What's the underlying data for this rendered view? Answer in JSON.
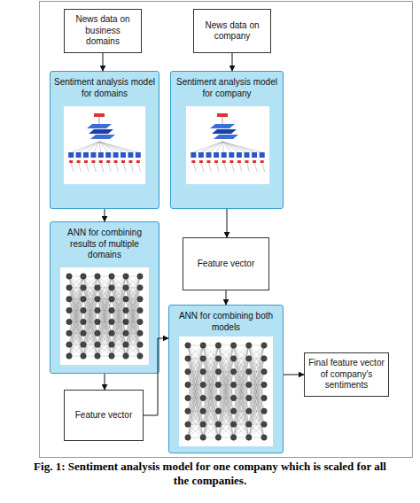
{
  "diagram": {
    "caption": "Fig. 1: Sentiment analysis model for one company which is scaled for all the companies.",
    "nodes": [
      {
        "text": [
          "News data on business domains"
        ]
      },
      {
        "text": [
          "News data on company"
        ]
      },
      {
        "text": [
          "Sentiment analysis model for domains"
        ]
      },
      {
        "text": [
          "Sentiment analysis model for company"
        ]
      },
      {
        "text": [
          "ANN for combining results of multiple domains"
        ]
      },
      {
        "text": [
          "Feature vector"
        ]
      },
      {
        "text": [
          "ANN for combining both models"
        ]
      },
      {
        "text": [
          "Feature vector"
        ]
      },
      {
        "text": [
          "Final feature vector of company's sentiments"
        ]
      }
    ],
    "edges": [
      {
        "from": 0,
        "to": 2,
        "arrow": "to"
      },
      {
        "from": 1,
        "to": 3,
        "arrow": "to"
      },
      {
        "from": 2,
        "to": 4,
        "arrow": "to"
      },
      {
        "from": 3,
        "to": 5,
        "arrow": "to"
      },
      {
        "from": 4,
        "to": 7,
        "arrow": "to"
      },
      {
        "from": 5,
        "to": 6,
        "arrow": "to"
      },
      {
        "from": 7,
        "to": 6,
        "arrow": "to"
      },
      {
        "from": 6,
        "to": 8,
        "arrow": "to"
      }
    ]
  }
}
